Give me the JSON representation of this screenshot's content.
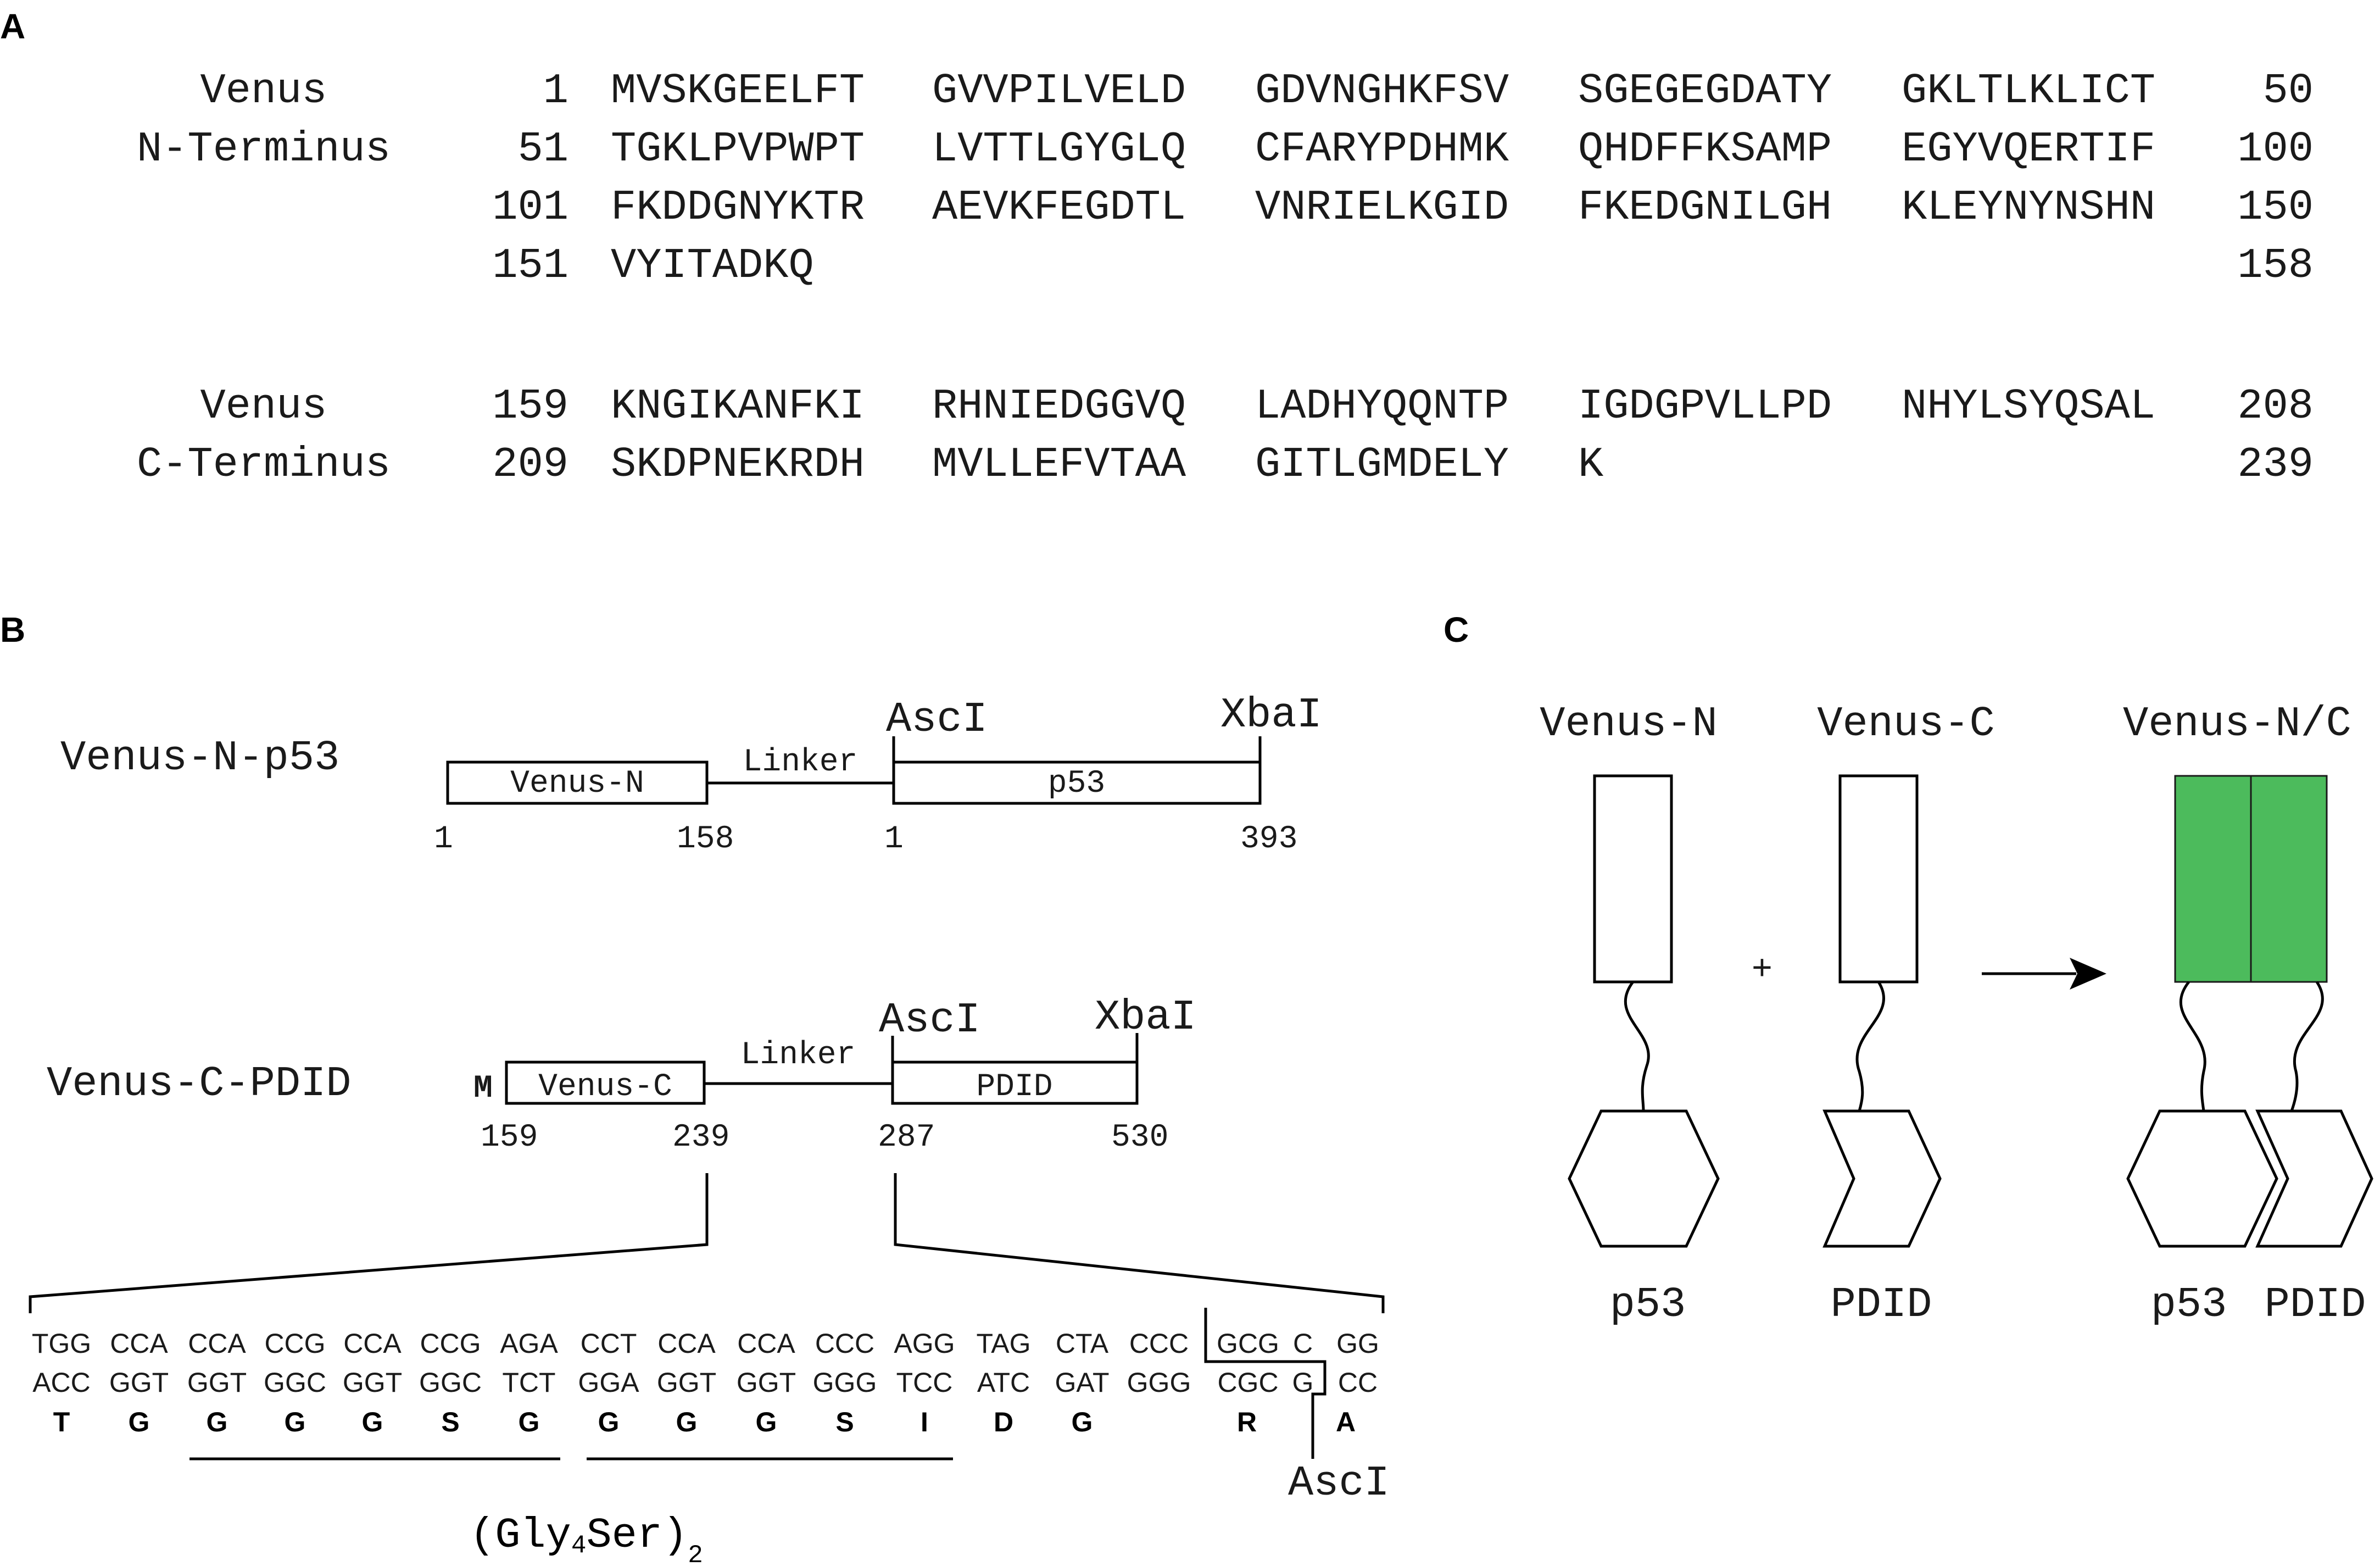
{
  "panel_labels": {
    "a": "A",
    "b": "B",
    "c": "C"
  },
  "panel_a": {
    "block1": {
      "labels": [
        "Venus",
        "N-Terminus"
      ],
      "rows": [
        {
          "start": "1",
          "groups": [
            "MVSKGEELFT",
            "GVVPILVELD",
            "GDVNGHKFSV",
            "SGEGEGDATY",
            "GKLTLKLICT"
          ],
          "end": "50"
        },
        {
          "start": "51",
          "groups": [
            "TGKLPVPWPT",
            "LVTTLGYGLQ",
            "CFARYPDHMK",
            "QHDFFKSAMP",
            "EGYVQERTIF"
          ],
          "end": "100"
        },
        {
          "start": "101",
          "groups": [
            "FKDDGNYKTR",
            "AEVKFEGDTL",
            "VNRIELKGID",
            "FKEDGNILGH",
            "KLEYNYNSHN"
          ],
          "end": "150"
        },
        {
          "start": "151",
          "groups": [
            "VYITADKQ"
          ],
          "end": "158"
        }
      ]
    },
    "block2": {
      "labels": [
        "Venus",
        "C-Terminus"
      ],
      "rows": [
        {
          "start": "159",
          "groups": [
            "KNGIKANFKI",
            "RHNIEDGGVQ",
            "LADHYQQNTP",
            "IGDGPVLLPD",
            "NHYLSYQSAL"
          ],
          "end": "208"
        },
        {
          "start": "209",
          "groups": [
            "SKDPNEKRDH",
            "MVLLEFVTAA",
            "GITLGMDELY",
            "K"
          ],
          "end": "239"
        }
      ]
    }
  },
  "panel_b": {
    "construct1": {
      "name": "Venus-N-p53",
      "box1": "Venus-N",
      "linker": "Linker",
      "box2": "p53",
      "site1": "AscI",
      "site2": "XbaI",
      "nums": [
        "1",
        "158",
        "1",
        "393"
      ]
    },
    "construct2": {
      "name": "Venus-C-PDID",
      "start_marker": "M",
      "box1": "Venus-C",
      "linker": "Linker",
      "box2": "PDID",
      "site1": "AscI",
      "site2": "XbaI",
      "nums": [
        "159",
        "239",
        "287",
        "530"
      ]
    },
    "dna_top": [
      "TGG",
      "CCA",
      "CCA",
      "CCG",
      "CCA",
      "CCG",
      "AGA",
      "CCT",
      "CCA",
      "CCA",
      "CCC",
      "AGG",
      "TAG",
      "CTA",
      "CCC",
      "GCG",
      "C",
      "GG"
    ],
    "dna_bottom": [
      "ACC",
      "GGT",
      "GGT",
      "GGC",
      "GGT",
      "GGC",
      "TCT",
      "GGA",
      "GGT",
      "GGT",
      "GGG",
      "TCC",
      "ATC",
      "GAT",
      "GGG",
      "CGC",
      "G",
      "CC"
    ],
    "amino_acids": [
      "T",
      "G",
      "G",
      "G",
      "G",
      "S",
      "G",
      "G",
      "G",
      "G",
      "S",
      "I",
      "D",
      "G",
      "R",
      "A"
    ],
    "cut_site": "AscI",
    "linker_label": {
      "base": "(Gly",
      "sub1": "4",
      "mid": "Ser)",
      "sub2": "2"
    }
  },
  "panel_c": {
    "left_label": "Venus-N",
    "middle_label": "Venus-C",
    "right_label": "Venus-N/C",
    "plus": "+",
    "left_bottom": "p53",
    "middle_bottom": "PDID",
    "right_bottom1": "p53",
    "right_bottom2": "PDID",
    "fluor_color": "#4cbb5c",
    "marker_color": "#d42020"
  }
}
